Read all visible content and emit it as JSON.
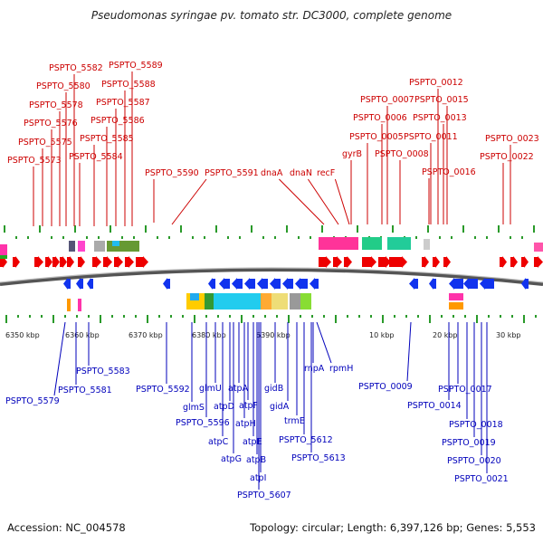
{
  "title": "Pseudomonas syringae pv. tomato str. DC3000, complete genome",
  "footer": {
    "accession": "Accession: NC_004578",
    "summary": "Topology: circular; Length: 6,397,126 bp; Genes: 5,553"
  },
  "colors": {
    "forward_gene": "#ee0000",
    "reverse_gene": "#1133ee",
    "top_label": "#cc0000",
    "bottom_label": "#0000bb",
    "backbone": "#777777"
  },
  "kbp_ticks": [
    "6350 kbp",
    "6360 kbp",
    "6370 kbp",
    "6380 kbp",
    "6390 kbp",
    "10 kbp",
    "20 kbp",
    "30 kbp"
  ],
  "top_labels": [
    {
      "text": "PSPTO_5573"
    },
    {
      "text": "PSPTO_5575"
    },
    {
      "text": "PSPTO_5576"
    },
    {
      "text": "PSPTO_5578"
    },
    {
      "text": "PSPTO_5580"
    },
    {
      "text": "PSPTO_5582"
    },
    {
      "text": "PSPTO_5584"
    },
    {
      "text": "PSPTO_5585"
    },
    {
      "text": "PSPTO_5586"
    },
    {
      "text": "PSPTO_5587"
    },
    {
      "text": "PSPTO_5588"
    },
    {
      "text": "PSPTO_5589"
    },
    {
      "text": "PSPTO_5590"
    },
    {
      "text": "PSPTO_5591"
    },
    {
      "text": "dnaA"
    },
    {
      "text": "dnaN"
    },
    {
      "text": "recF"
    },
    {
      "text": "gyrB"
    },
    {
      "text": "PSPTO_0005"
    },
    {
      "text": "PSPTO_0006"
    },
    {
      "text": "PSPTO_0007"
    },
    {
      "text": "PSPTO_0008"
    },
    {
      "text": "PSPTO_0011"
    },
    {
      "text": "PSPTO_0012"
    },
    {
      "text": "PSPTO_0013"
    },
    {
      "text": "PSPTO_0015"
    },
    {
      "text": "PSPTO_0016"
    },
    {
      "text": "PSPTO_0022"
    },
    {
      "text": "PSPTO_0023"
    }
  ],
  "bottom_labels": [
    {
      "text": "PSPTO_5579"
    },
    {
      "text": "PSPTO_5581"
    },
    {
      "text": "PSPTO_5583"
    },
    {
      "text": "PSPTO_5592"
    },
    {
      "text": "glmS"
    },
    {
      "text": "glmU"
    },
    {
      "text": "PSPTO_5596"
    },
    {
      "text": "atpC"
    },
    {
      "text": "atpD"
    },
    {
      "text": "atpG"
    },
    {
      "text": "atpA"
    },
    {
      "text": "atpH"
    },
    {
      "text": "atpF"
    },
    {
      "text": "atpE"
    },
    {
      "text": "atpB"
    },
    {
      "text": "atpI"
    },
    {
      "text": "PSPTO_5607"
    },
    {
      "text": "gidB"
    },
    {
      "text": "gidA"
    },
    {
      "text": "trmE"
    },
    {
      "text": "PSPTO_5612"
    },
    {
      "text": "PSPTO_5613"
    },
    {
      "text": "rnpA"
    },
    {
      "text": "rpmH"
    },
    {
      "text": "PSPTO_0009"
    },
    {
      "text": "PSPTO_0014"
    },
    {
      "text": "PSPTO_0017"
    },
    {
      "text": "PSPTO_0018"
    },
    {
      "text": "PSPTO_0019"
    },
    {
      "text": "PSPTO_0020"
    },
    {
      "text": "PSPTO_0021"
    }
  ]
}
